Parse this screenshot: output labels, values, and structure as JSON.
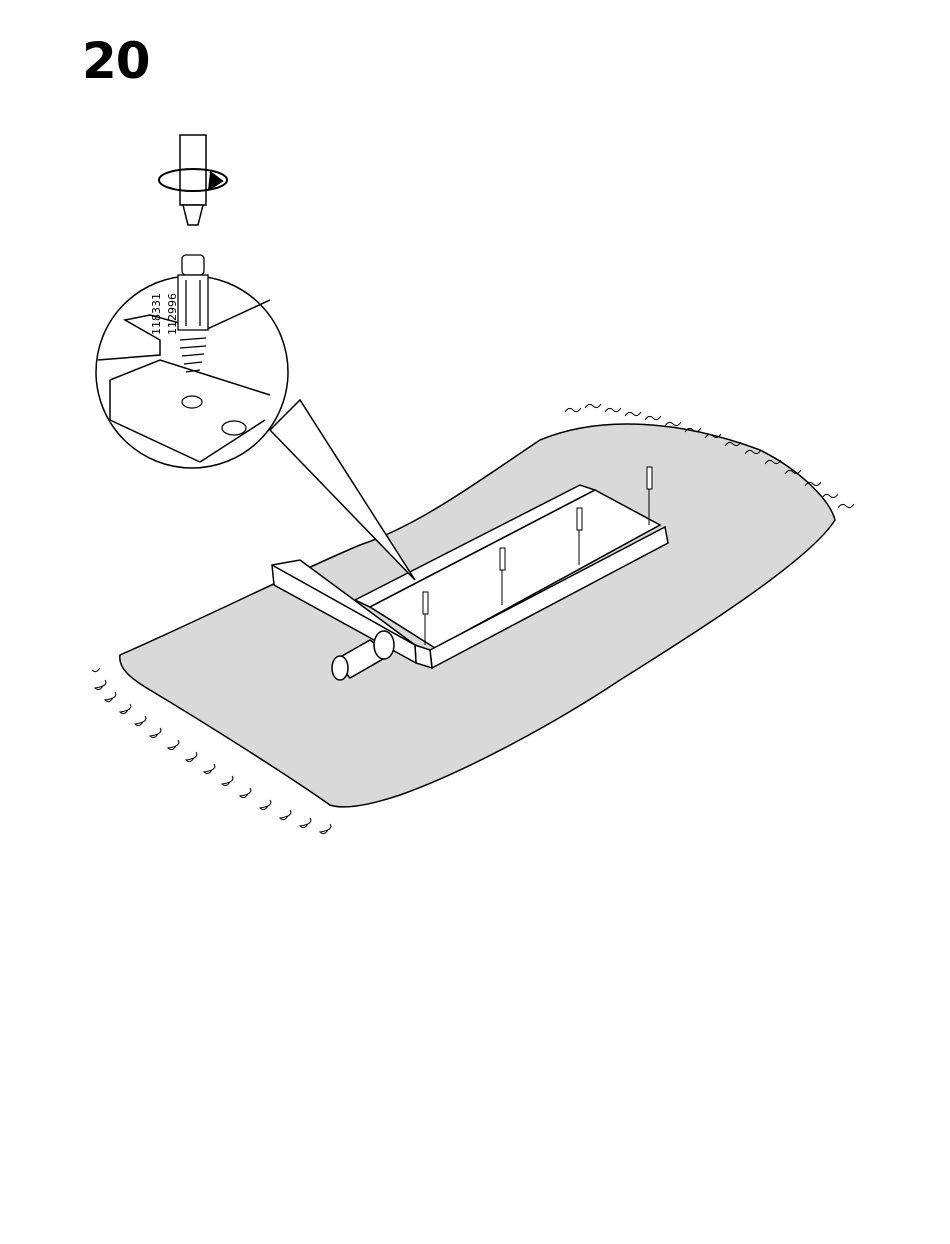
{
  "step": {
    "number": "20"
  },
  "parts": {
    "codes": [
      "118331",
      "112996"
    ]
  },
  "colors": {
    "rug_fill": "#d9d9d9",
    "line": "#000000",
    "panel": "#ffffff"
  },
  "icons": {
    "rotation": "rotate-clockwise-icon",
    "screwdriver": "screwdriver-icon",
    "dowel": "screw-dowel-icon"
  }
}
